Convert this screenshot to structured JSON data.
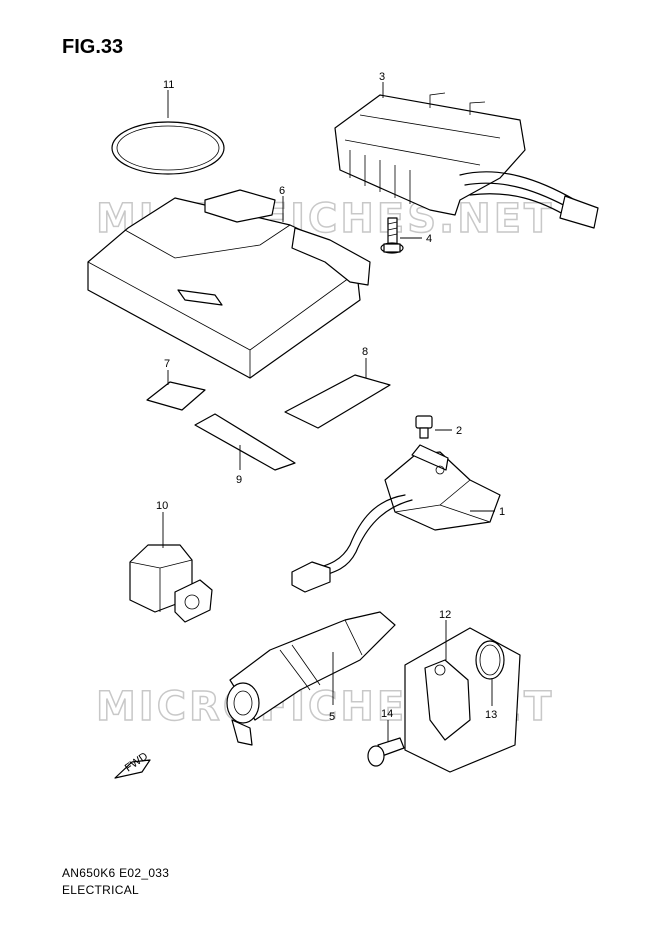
{
  "figure": {
    "title": "FIG.33",
    "code": "AN650K6 E02_033",
    "section": "ELECTRICAL",
    "watermark": "MICROFICHES.NET",
    "fwd_label": "FWD"
  },
  "callouts": [
    "1",
    "2",
    "3",
    "4",
    "5",
    "6",
    "7",
    "8",
    "9",
    "10",
    "11",
    "12",
    "13",
    "14"
  ]
}
